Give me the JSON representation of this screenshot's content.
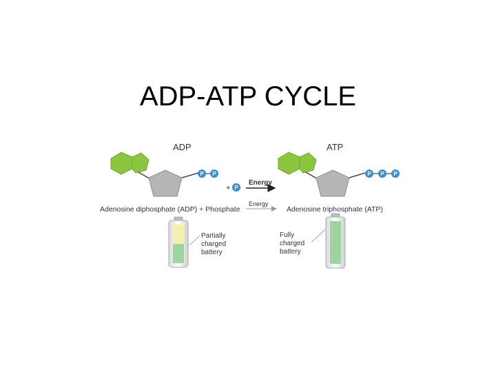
{
  "slide": {
    "title": "ADP-ATP CYCLE"
  },
  "diagram": {
    "adp_heading": "ADP",
    "atp_heading": "ATP",
    "phosphate_symbol": "P",
    "plus_sign": "+",
    "energy_label_top": "Energy",
    "energy_label_bottom": "Energy",
    "adp_caption": "Adenosine diphosphate (ADP) + Phosphate",
    "atp_caption": "Adenosine triphosphate (ATP)",
    "adp_battery_label": [
      "Partially",
      "charged",
      "battery"
    ],
    "atp_battery_label": [
      "Fully",
      "charged",
      "battery"
    ],
    "adp_battery_charge_fraction": 0.5,
    "atp_battery_charge_fraction": 1.0,
    "colors": {
      "adenine": "#8cc63f",
      "ribose": "#b5b5b5",
      "phosphate": "#3b8ed0",
      "battery_charge": "#9fd3a0",
      "battery_partial_top": "#f5efb0"
    }
  }
}
